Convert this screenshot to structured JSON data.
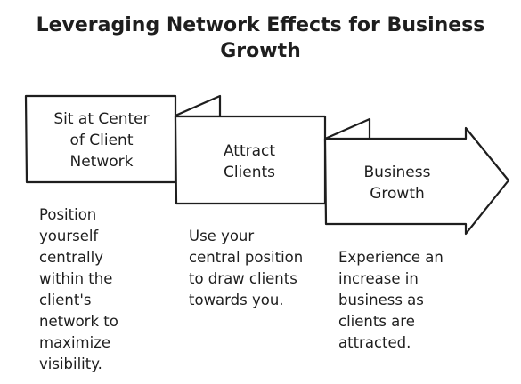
{
  "title": {
    "line1": "Leveraging Network Effects for Business",
    "line2": "Growth"
  },
  "steps": [
    {
      "label_lines": [
        "Sit at Center",
        "of Client",
        "Network"
      ],
      "description_lines": [
        "Position",
        "yourself",
        "centrally",
        "within the",
        "client's",
        "network to",
        "maximize",
        "visibility."
      ]
    },
    {
      "label_lines": [
        "Attract",
        "Clients"
      ],
      "description_lines": [
        "Use your",
        "central position",
        "to draw clients",
        "towards you."
      ]
    },
    {
      "label_lines": [
        "Business",
        "Growth"
      ],
      "description_lines": [
        "Experience an",
        "increase in",
        "business as",
        "clients are",
        "attracted."
      ]
    }
  ],
  "colors": {
    "stroke": "#1e1e1e",
    "fill": "#ffffff",
    "text": "#1e1e1e"
  }
}
